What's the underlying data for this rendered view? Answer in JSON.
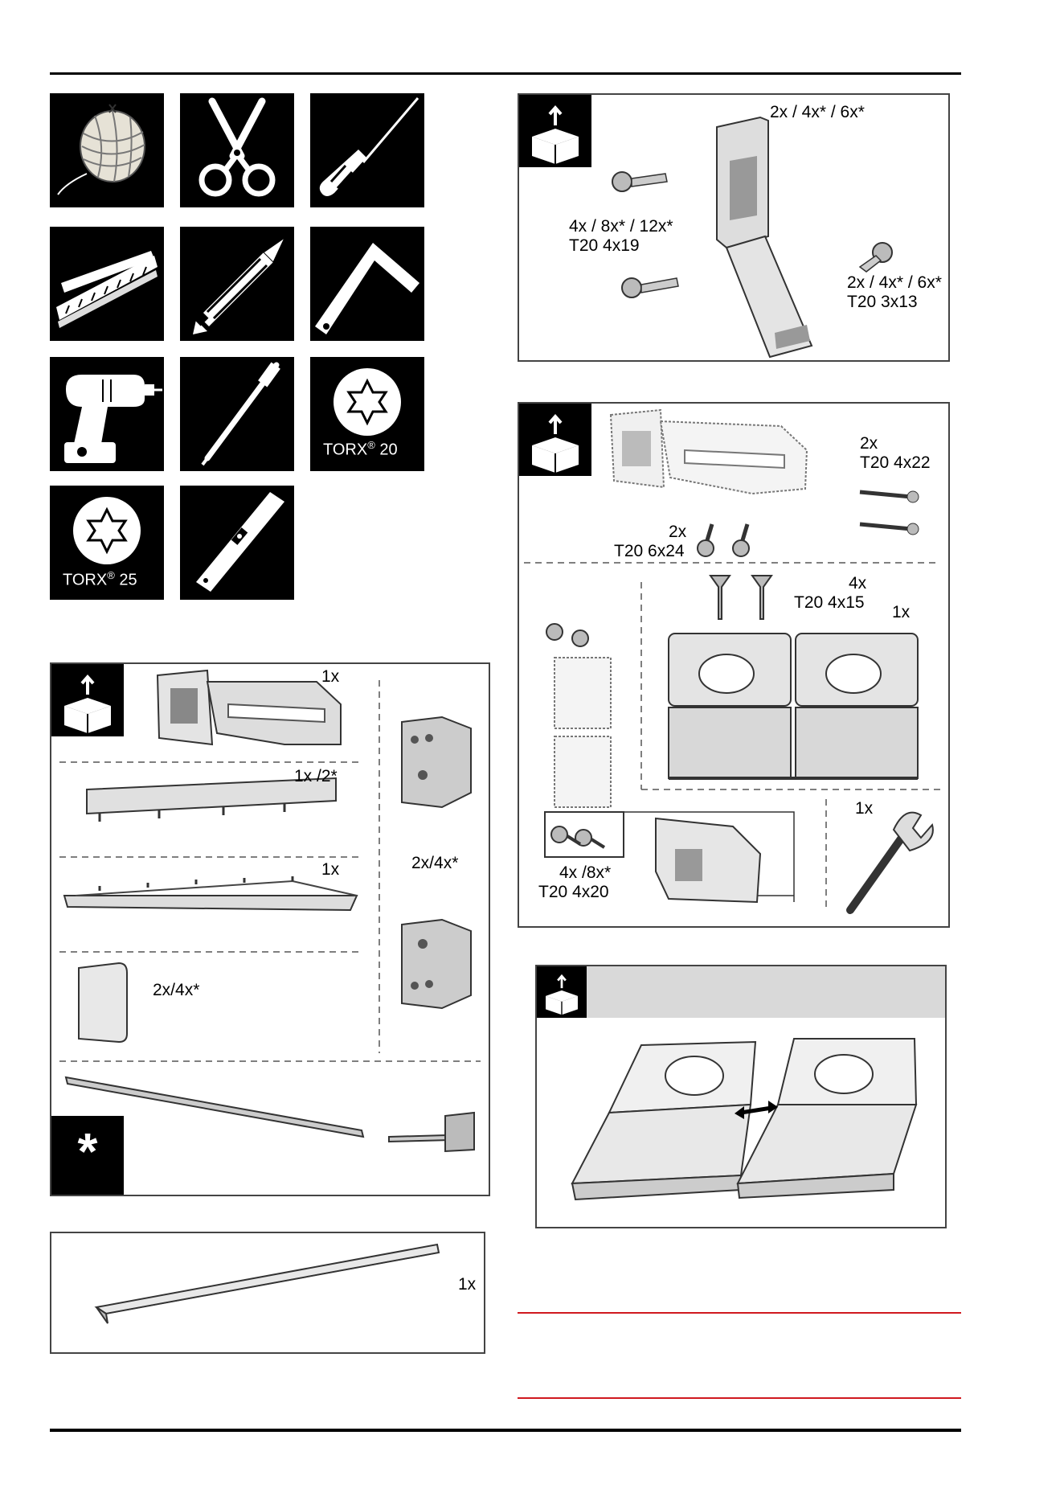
{
  "tools": {
    "torx_a": {
      "brand": "TORX",
      "reg": "®",
      "size": "20"
    },
    "torx_b": {
      "brand": "TORX",
      "reg": "®",
      "size": "25"
    },
    "icons": [
      "string-ball-icon",
      "scissors-icon",
      "screwdriver-icon",
      "folding-ruler-icon",
      "pencil-icon",
      "set-square-icon",
      "cordless-drill-icon",
      "bit-extension-icon",
      "torx-bit-icon",
      "torx-bit-icon",
      "spirit-level-icon"
    ]
  },
  "panel_a": {
    "hinge_qty": "1x",
    "cover_qty": "1x /2*",
    "rail_qty": "1x",
    "bracket_qty": "2x/4x*",
    "cap_qty": "2x/4x*",
    "optional_marker": "*"
  },
  "panel_b": {
    "seal_qty": "1x"
  },
  "panel_c": {
    "bracket_qty": "2x / 4x* / 6x*",
    "screw_a_qty": "4x / 8x* / 12x*",
    "screw_a_spec": "T20 4x19",
    "screw_b_qty": "2x / 4x* / 6x*",
    "screw_b_spec": "T20 3x13"
  },
  "panel_d": {
    "screw_long_qty": "2x",
    "screw_long_spec": "T20 4x22",
    "screw_short_qty": "2x",
    "screw_short_spec": "T20 6x24",
    "screw_counter_qty": "4x",
    "screw_counter_spec": "T20 4x15",
    "plate_qty": "1x",
    "wrench_qty": "1x",
    "screw_small_qty": "4x /8x*",
    "screw_small_spec": "T20 4x20"
  },
  "colors": {
    "rule": "#000000",
    "accent_rule": "#d0191f",
    "header_band": "#d9d9d9"
  }
}
